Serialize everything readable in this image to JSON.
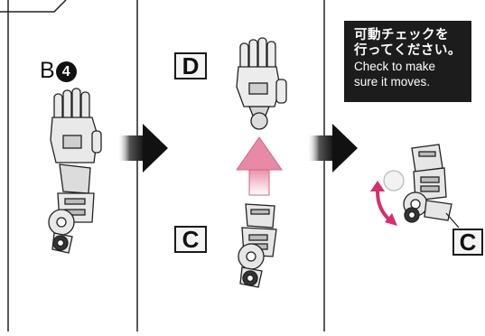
{
  "step": {
    "part_ref_letter": "B",
    "part_ref_number": "4",
    "label_d": "D",
    "label_c": "C",
    "label_c2": "C",
    "note_jp_line1": "可動チェックを",
    "note_jp_line2": "行ってください。",
    "note_en_line1": "Check to make",
    "note_en_line2": "sure it moves."
  },
  "colors": {
    "insert_arrow": "#e88aa6",
    "rotate_arrow": "#d62e6e",
    "note_bg": "#1c1c1c"
  },
  "icons": [
    "right-arrow-icon",
    "insert-up-arrow-icon",
    "rotate-arrow-icon"
  ]
}
